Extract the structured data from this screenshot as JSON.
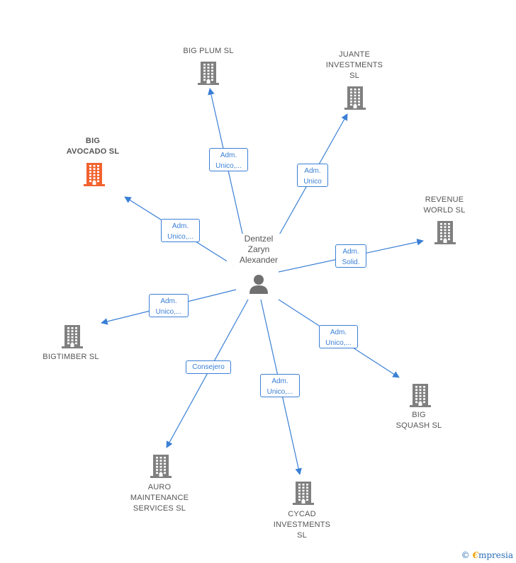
{
  "colors": {
    "edge": "#3a7fd5",
    "company": "#808080",
    "company_highlight": "#f2622e",
    "person": "#707070"
  },
  "center": {
    "label": "Dentzel\nZaryn\nAlexander",
    "icon": "person-icon"
  },
  "companies": [
    {
      "id": "big-plum",
      "label": "BIG PLUM  SL",
      "icon": "building-icon",
      "highlight": false
    },
    {
      "id": "juante-investments",
      "label": "JUANTE\nINVESTMENTS\nSL",
      "icon": "building-icon",
      "highlight": false
    },
    {
      "id": "big-avocado",
      "label": "BIG\nAVOCADO  SL",
      "icon": "building-icon",
      "highlight": true
    },
    {
      "id": "revenue-world",
      "label": "REVENUE\nWORLD SL",
      "icon": "building-icon",
      "highlight": false
    },
    {
      "id": "bigtimber",
      "label": "BIGTIMBER  SL",
      "icon": "building-icon",
      "highlight": false
    },
    {
      "id": "big-squash",
      "label": "BIG\nSQUASH  SL",
      "icon": "building-icon",
      "highlight": false
    },
    {
      "id": "auro-maintenance",
      "label": "AURO\nMAINTENANCE\nSERVICES  SL",
      "icon": "building-icon",
      "highlight": false
    },
    {
      "id": "cycad-investments",
      "label": "CYCAD\nINVESTMENTS\nSL",
      "icon": "building-icon",
      "highlight": false
    }
  ],
  "edges": [
    {
      "to": "big-plum",
      "label": "Adm.\nUnico,..."
    },
    {
      "to": "juante-investments",
      "label": "Adm.\nUnico"
    },
    {
      "to": "big-avocado",
      "label": "Adm.\nUnico,..."
    },
    {
      "to": "revenue-world",
      "label": "Adm.\nSolid."
    },
    {
      "to": "bigtimber",
      "label": "Adm.\nUnico,..."
    },
    {
      "to": "big-squash",
      "label": "Adm.\nUnico,..."
    },
    {
      "to": "auro-maintenance",
      "label": "Consejero"
    },
    {
      "to": "cycad-investments",
      "label": "Adm.\nUnico,..."
    }
  ],
  "footer": {
    "copyright": "©",
    "brand_initial": "€",
    "brand_rest": "mpresia"
  }
}
